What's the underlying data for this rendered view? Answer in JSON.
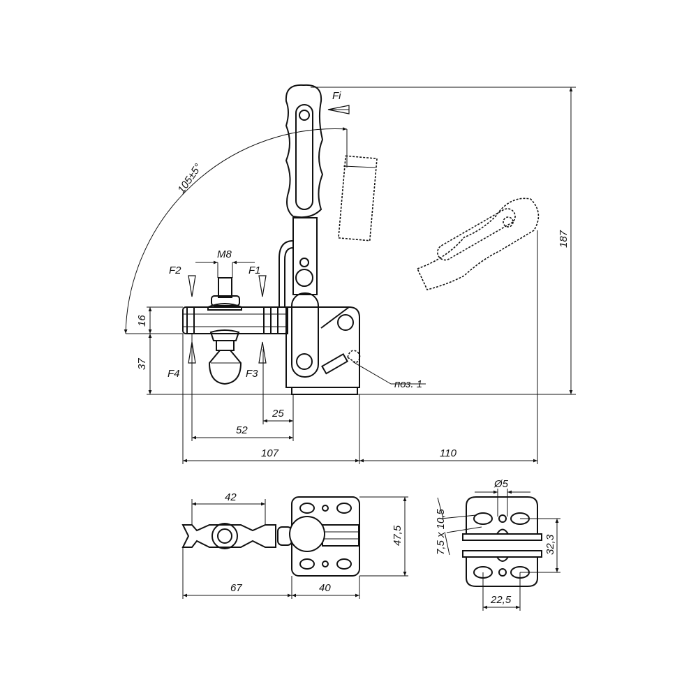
{
  "labels": {
    "force_handle": "Fi",
    "angle": "105±5°",
    "thread": "M8",
    "f1": "F1",
    "f2": "F2",
    "f3": "F3",
    "f4": "F4",
    "dim_16": "16",
    "dim_37": "37",
    "dim_187": "187",
    "dim_25": "25",
    "dim_52": "52",
    "dim_107": "107",
    "dim_110": "110",
    "position": "поз. 1",
    "dim_42": "42",
    "dim_67": "67",
    "dim_40": "40",
    "dim_47_5": "47,5",
    "hole_dia": "Ø5",
    "slot_size": "7,5 x 10,5",
    "dim_32_3": "32,3",
    "dim_22_5": "22,5"
  }
}
